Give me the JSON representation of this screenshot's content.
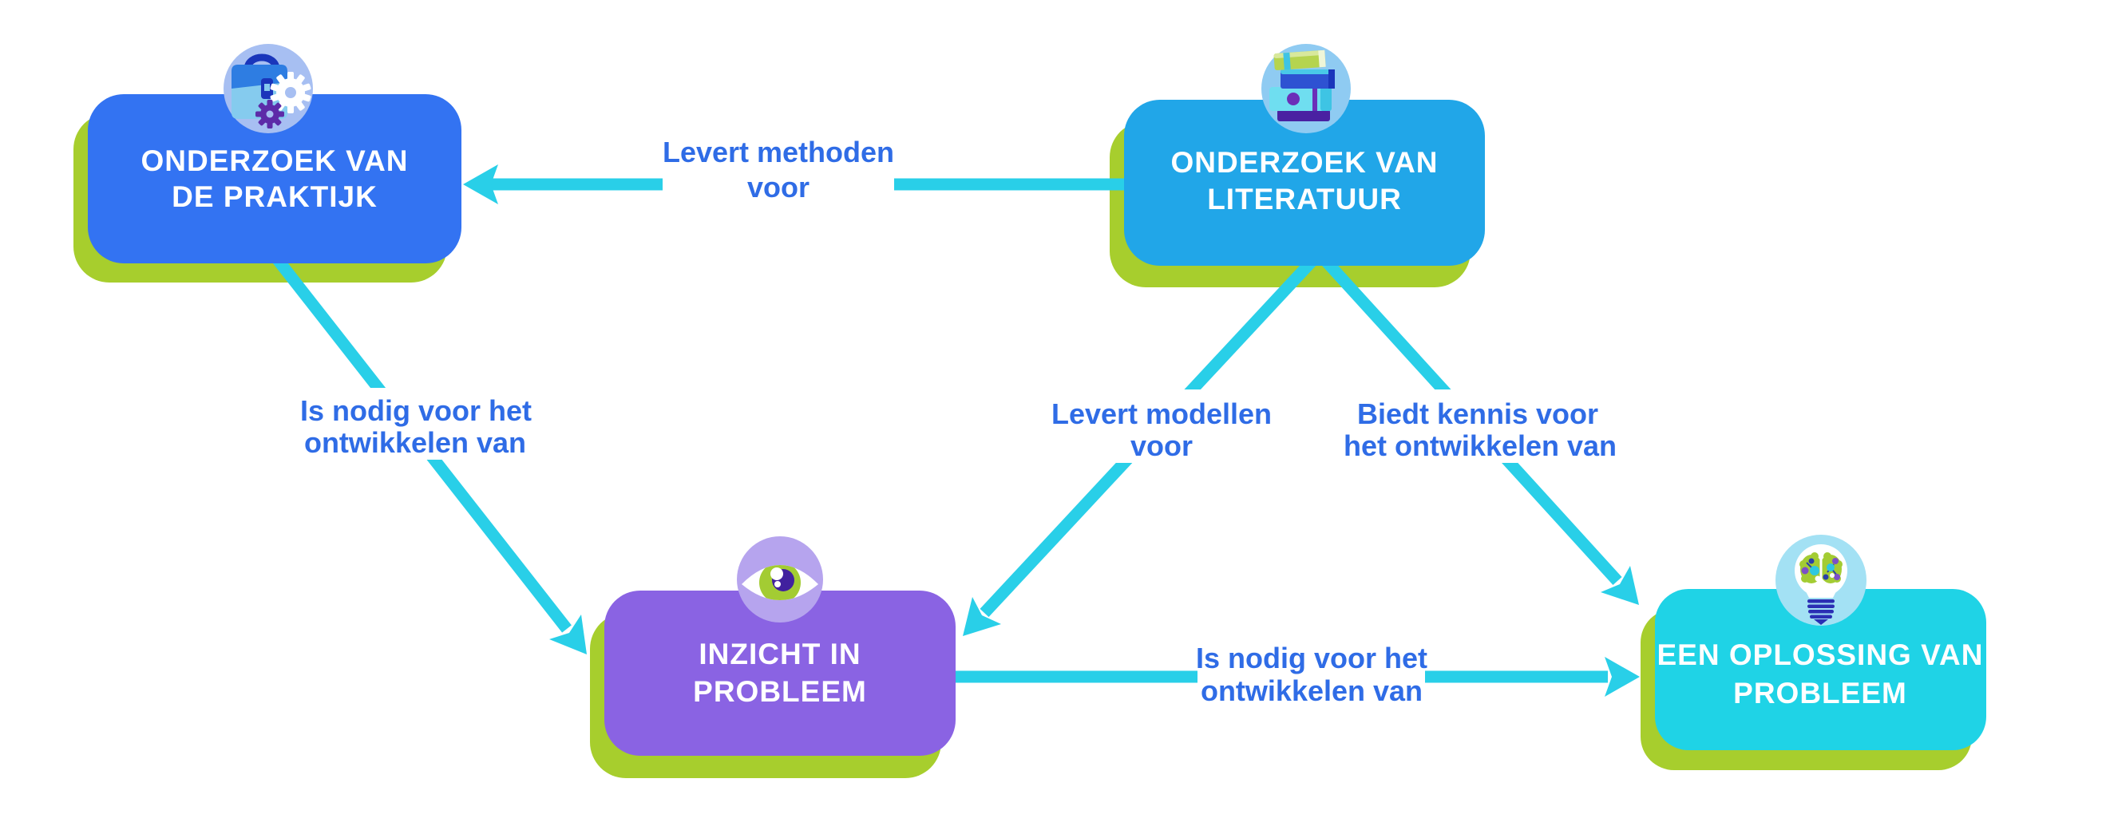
{
  "diagram": {
    "nodes": [
      {
        "id": "praktijk",
        "label_line1": "ONDERZOEK VAN",
        "label_line2": "DE PRAKTIJK",
        "fill": "#3373F2",
        "icon": "briefcase-gears-icon"
      },
      {
        "id": "literatuur",
        "label_line1": "ONDERZOEK VAN",
        "label_line2": "LITERATUUR",
        "fill": "#21A6E8",
        "icon": "books-icon"
      },
      {
        "id": "inzicht",
        "label_line1": "INZICHT IN",
        "label_line2": "PROBLEEM",
        "fill": "#8A63E3",
        "icon": "eye-icon"
      },
      {
        "id": "oplossing",
        "label_line1": "EEN OPLOSSING VAN",
        "label_line2": "PROBLEEM",
        "fill": "#1FD3E6",
        "icon": "lightbulb-brain-icon"
      }
    ],
    "edges": [
      {
        "from": "ONDERZOEK VAN LITERATUUR",
        "to": "ONDERZOEK VAN DE PRAKTIJK",
        "label_line1": "Levert methoden",
        "label_line2": "voor"
      },
      {
        "from": "ONDERZOEK VAN DE PRAKTIJK",
        "to": "INZICHT IN PROBLEEM",
        "label_line1": "Is nodig voor het",
        "label_line2": "ontwikkelen van"
      },
      {
        "from": "ONDERZOEK VAN LITERATUUR",
        "to": "INZICHT IN PROBLEEM",
        "label_line1": "Levert modellen",
        "label_line2": "voor"
      },
      {
        "from": "ONDERZOEK VAN LITERATUUR",
        "to": "EEN OPLOSSING VAN PROBLEEM",
        "label_line1": "Biedt kennis voor",
        "label_line2": "het ontwikkelen van"
      },
      {
        "from": "INZICHT IN PROBLEEM",
        "to": "EEN OPLOSSING VAN PROBLEEM",
        "label_line1": "Is nodig voor het",
        "label_line2": "ontwikkelen van"
      }
    ],
    "colors": {
      "background": "#FFFFFF",
      "shadow_green": "#A7CE2D",
      "arrow_cyan": "#29CFE8",
      "label_text_blue": "#2F6CE6",
      "node_text_white": "#FFFFFF",
      "node_blue": "#3373F2",
      "node_light_blue": "#21A6E8",
      "node_purple": "#8A63E3",
      "node_cyan": "#1FD3E6"
    }
  }
}
